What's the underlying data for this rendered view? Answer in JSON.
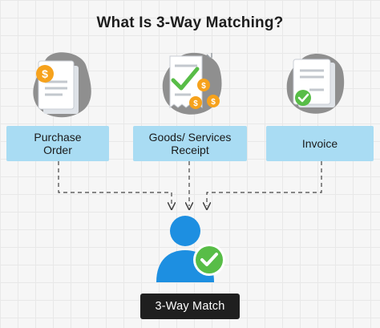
{
  "title": "What Is 3-Way Matching?",
  "steps": [
    {
      "label": "Purchase\nOrder",
      "icon": "purchase-order-icon"
    },
    {
      "label": "Goods/ Services\nReceipt",
      "icon": "receipt-icon"
    },
    {
      "label": "Invoice",
      "icon": "invoice-icon"
    }
  ],
  "result": {
    "label": "3-Way Match",
    "icon": "person-check-icon"
  },
  "colors": {
    "label_bg": "#a9dcf3",
    "blob": "#8f8f8f",
    "paper": "#e9ecef",
    "coin": "#f6a21c",
    "check_green": "#58bd47",
    "person_blue": "#1d8fe1",
    "result_bg": "#1f1f1f"
  }
}
